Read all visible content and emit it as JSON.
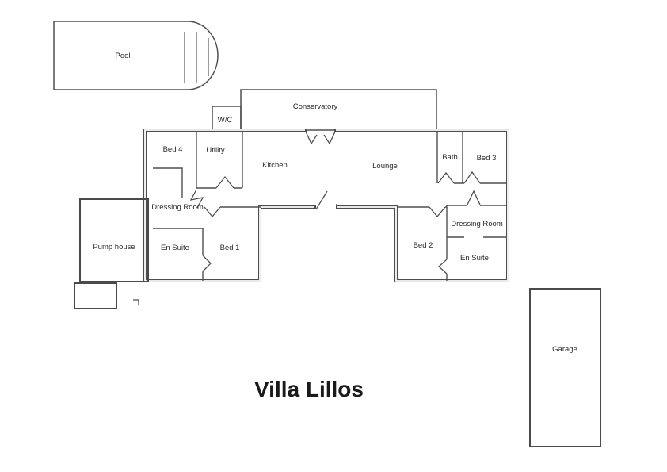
{
  "plan": {
    "title": "Villa Lillos",
    "labels": {
      "pool": "Pool",
      "conservatory": "Conservatory",
      "wc": "W/C",
      "bed4": "Bed 4",
      "utility": "Utility",
      "kitchen": "Kitchen",
      "lounge": "Lounge",
      "bath": "Bath",
      "bed3": "Bed 3",
      "dressing_room_left": "Dressing Room",
      "pump_house": "Pump house",
      "en_suite_left": "En Suite",
      "bed1": "Bed 1",
      "bed2": "Bed 2",
      "dressing_room_right": "Dressing Room",
      "en_suite_right": "En Suite",
      "garage": "Garage"
    },
    "colors": {
      "wall": "#4d4d4d",
      "text": "#2b2b2b",
      "background": "#ffffff"
    }
  }
}
